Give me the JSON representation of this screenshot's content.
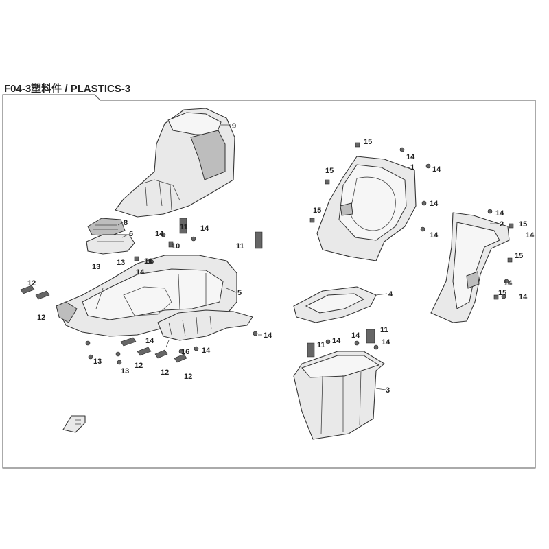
{
  "title": "F04-3塑料件 / PLASTICS-3",
  "callouts": {
    "c1": "1",
    "c2": "2",
    "c3": "3",
    "c4": "4",
    "c5": "5",
    "c6": "6",
    "c8": "8",
    "c9": "9",
    "c10": "10",
    "c11": "11",
    "c12": "12",
    "c13": "13",
    "c14": "14",
    "c15": "15",
    "c16": "16"
  },
  "front_arrow_icon": "front-direction-arrow"
}
